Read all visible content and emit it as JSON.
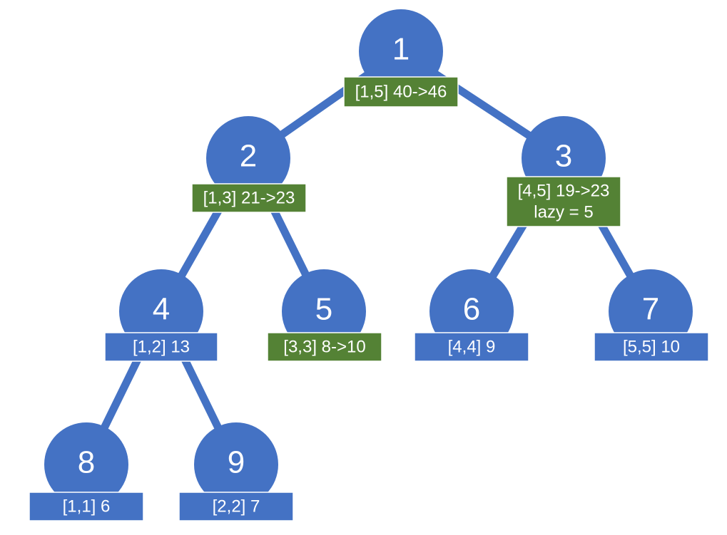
{
  "colors": {
    "node": "#4472c4",
    "updated_label": "#548235",
    "unchanged_label": "#4472c4",
    "text": "#ffffff"
  },
  "nodes": [
    {
      "id": "1",
      "lines": [
        "[1,5] 40->46"
      ],
      "status": "updated"
    },
    {
      "id": "2",
      "lines": [
        "[1,3] 21->23"
      ],
      "status": "updated"
    },
    {
      "id": "3",
      "lines": [
        "[4,5] 19->23",
        "lazy = 5"
      ],
      "status": "updated"
    },
    {
      "id": "4",
      "lines": [
        "[1,2] 13"
      ],
      "status": "unchanged"
    },
    {
      "id": "5",
      "lines": [
        "[3,3] 8->10"
      ],
      "status": "updated"
    },
    {
      "id": "6",
      "lines": [
        "[4,4] 9"
      ],
      "status": "unchanged"
    },
    {
      "id": "7",
      "lines": [
        "[5,5] 10"
      ],
      "status": "unchanged"
    },
    {
      "id": "8",
      "lines": [
        "[1,1] 6"
      ],
      "status": "unchanged"
    },
    {
      "id": "9",
      "lines": [
        "[2,2] 7"
      ],
      "status": "unchanged"
    }
  ],
  "edges": [
    {
      "from": "1",
      "to": "2"
    },
    {
      "from": "1",
      "to": "3"
    },
    {
      "from": "2",
      "to": "4"
    },
    {
      "from": "2",
      "to": "5"
    },
    {
      "from": "3",
      "to": "6"
    },
    {
      "from": "3",
      "to": "7"
    },
    {
      "from": "4",
      "to": "8"
    },
    {
      "from": "4",
      "to": "9"
    }
  ]
}
